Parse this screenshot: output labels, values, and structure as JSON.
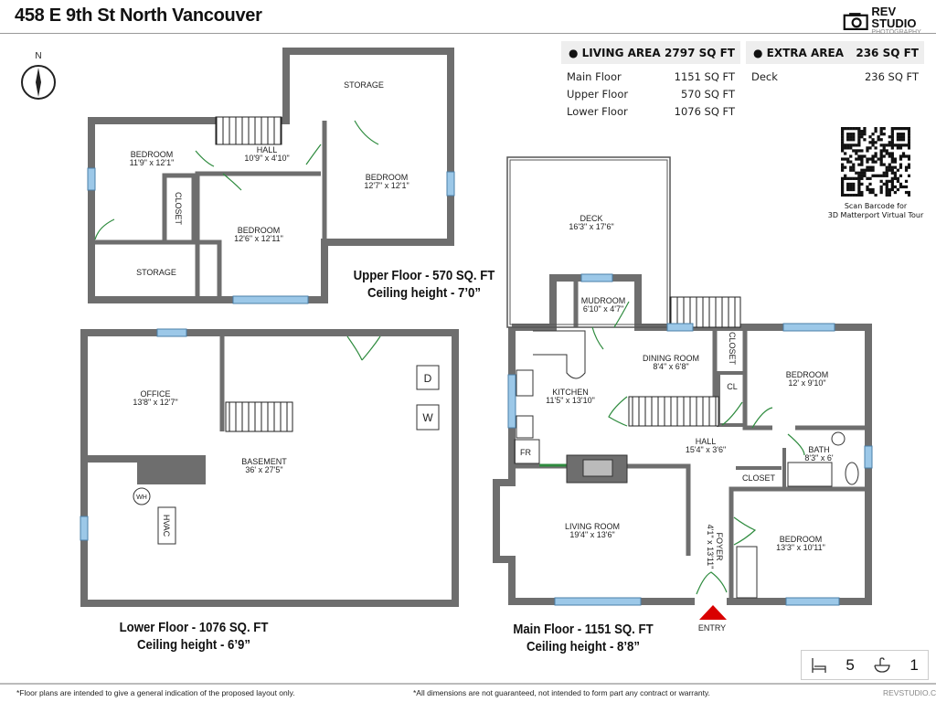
{
  "header": {
    "title": "458 E 9th St North Vancouver",
    "logo_line1": "REV STUDIO",
    "logo_line2": "PHOTOGRAPHY"
  },
  "living_area": {
    "label": "LIVING AREA",
    "total": "2797 SQ FT",
    "rows": [
      {
        "name": "Main Floor",
        "value": "1151 SQ FT"
      },
      {
        "name": "Upper Floor",
        "value": "570 SQ FT"
      },
      {
        "name": "Lower Floor",
        "value": "1076 SQ FT"
      }
    ]
  },
  "extra_area": {
    "label": "EXTRA AREA",
    "total": "236 SQ FT",
    "rows": [
      {
        "name": "Deck",
        "value": "236 SQ FT"
      }
    ]
  },
  "qr": {
    "caption_line1": "Scan Barcode for",
    "caption_line2": "3D Matterport Virtual Tour"
  },
  "compass": {
    "label": "N"
  },
  "upper_floor": {
    "caption1": "Upper Floor - 570 SQ. FT",
    "caption2": "Ceiling height - 7’0”",
    "rooms": {
      "storage_top": "STORAGE",
      "hall": "HALL",
      "hall_dim": "10'9\" x 4'10\"",
      "bedroom1": "BEDROOM",
      "bedroom1_dim": "11'9\" x 12'1\"",
      "bedroom2": "BEDROOM",
      "bedroom2_dim": "12'7\" x 12'1\"",
      "bedroom3": "BEDROOM",
      "bedroom3_dim": "12'6\" x 12'11\"",
      "closet": "CLOSET",
      "storage_bottom": "STORAGE"
    }
  },
  "lower_floor": {
    "caption1": "Lower Floor - 1076 SQ. FT",
    "caption2": "Ceiling height - 6’9”",
    "rooms": {
      "office": "OFFICE",
      "office_dim": "13'8\" x 12'7\"",
      "basement": "BASEMENT",
      "basement_dim": "36' x 27'5\"",
      "dryer": "D",
      "washer": "W",
      "water_heater": "WH",
      "hvac": "HVAC"
    }
  },
  "main_floor": {
    "caption1": "Main Floor - 1151 SQ. FT",
    "caption2": "Ceiling height - 8’8”",
    "entry": "ENTRY",
    "rooms": {
      "deck": "DECK",
      "deck_dim": "16'3\" x 17'6\"",
      "mudroom": "MUDROOM",
      "mudroom_dim": "6'10\" x 4'7\"",
      "dining": "DINING ROOM",
      "dining_dim": "8'4\" x 6'8\"",
      "closet1": "CLOSET",
      "cl": "CL",
      "bedroom1": "BEDROOM",
      "bedroom1_dim": "12' x 9'10\"",
      "kitchen": "KITCHEN",
      "kitchen_dim": "11'5\" x 13'10\"",
      "hall": "HALL",
      "hall_dim": "15'4\" x 3'6\"",
      "bath": "BATH",
      "bath_dim": "8'3\" x 6'",
      "fr": "FR",
      "closet2": "CLOSET",
      "living": "LIVING ROOM",
      "living_dim": "19'4\" x 13'6\"",
      "foyer": "FOYER",
      "foyer_dim": "4'1\" x 13'11\"",
      "bedroom2": "BEDROOM",
      "bedroom2_dim": "13'3\" x 10'11\""
    }
  },
  "counts": {
    "bedrooms": "5",
    "bathrooms": "1"
  },
  "footer": {
    "left": "*Floor plans are intended to give a general indication of the proposed layout only.",
    "center": "*All dimensions are not guaranteed, not intended to form part any contract or warranty.",
    "right": "REVSTUDIO.CA"
  },
  "colors": {
    "wall": "#6e6e6e",
    "window": "#9cc8e8",
    "door": "#2e8b3e",
    "entry_arrow": "#d90000",
    "table_header": "#eeeeee"
  }
}
